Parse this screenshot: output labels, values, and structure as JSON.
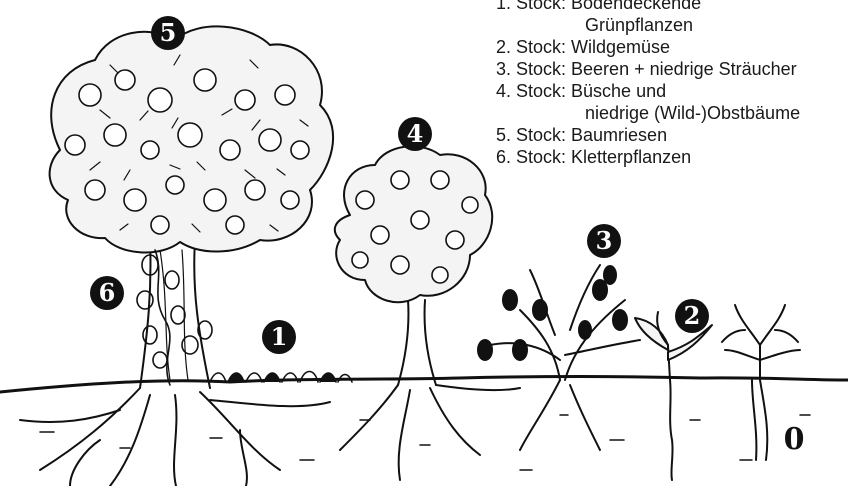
{
  "legend": [
    {
      "line1": "1. Stock: Bodendeckende",
      "line2": "Grünpflanzen"
    },
    {
      "line1": "2. Stock: Wildgemüse"
    },
    {
      "line1": "3. Stock: Beeren + niedrige Sträucher"
    },
    {
      "line1": "4. Stock: Büsche und",
      "line2": "niedrige (Wild-)Obstbäume"
    },
    {
      "line1": "5. Stock: Baumriesen"
    },
    {
      "line1": "6. Stock: Kletterpflanzen"
    }
  ],
  "markers": {
    "m0": "0",
    "m1": "1",
    "m2": "2",
    "m3": "3",
    "m4": "4",
    "m5": "5",
    "m6": "6"
  },
  "colors": {
    "ink": "#111111",
    "background": "#ffffff"
  }
}
